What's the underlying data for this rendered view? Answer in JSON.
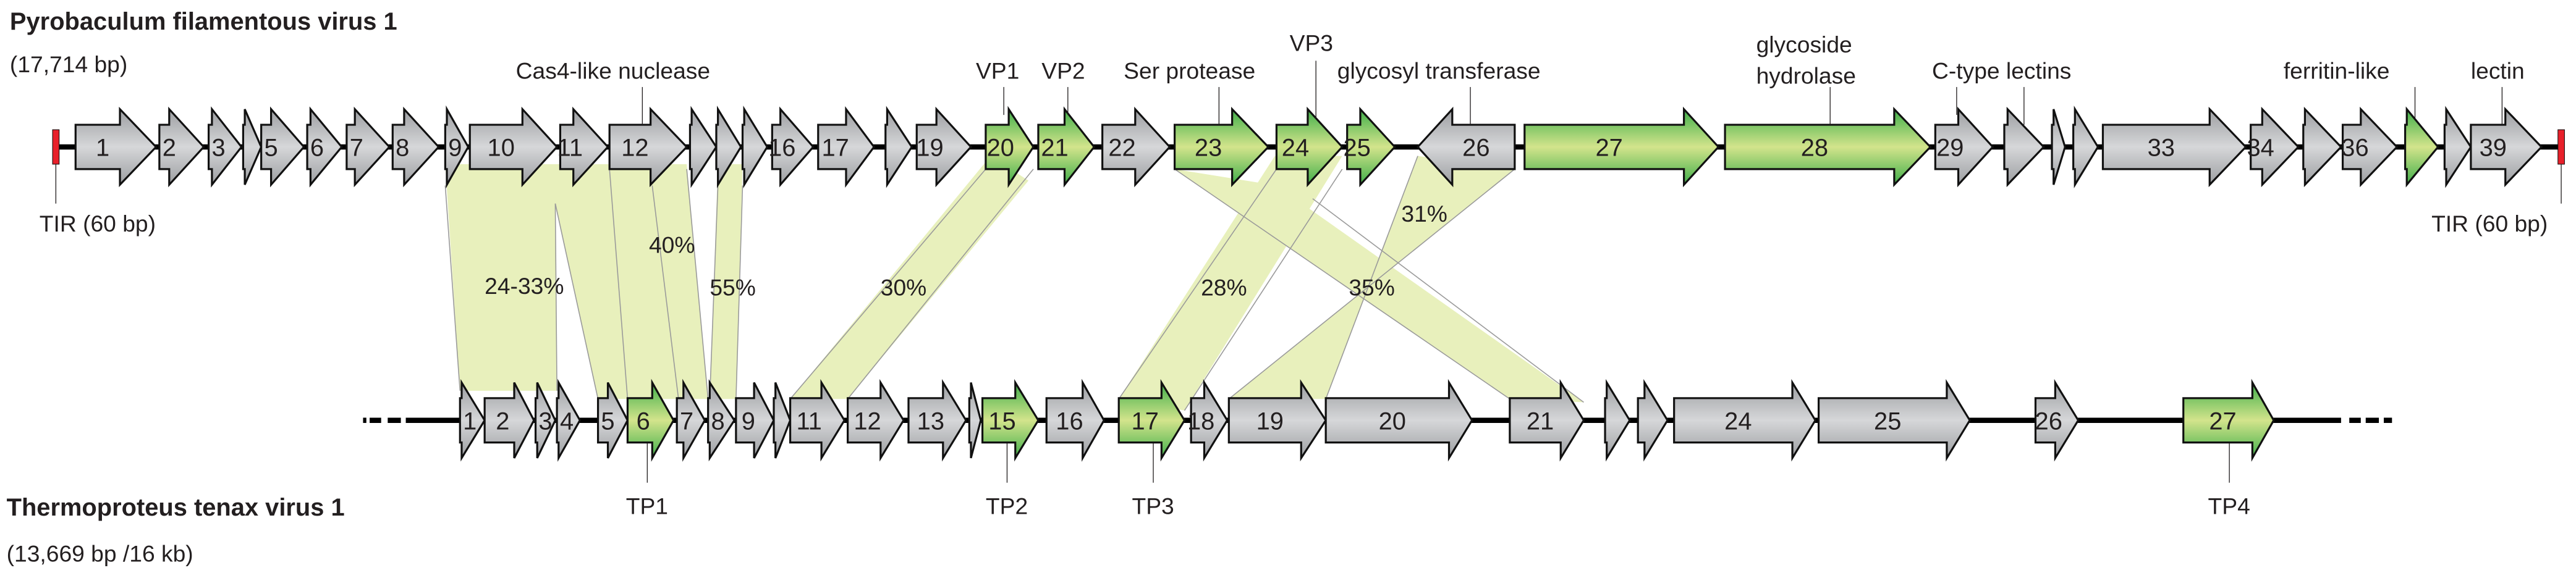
{
  "genome_top": {
    "name": "Pyrobaculum filamentous virus 1",
    "size": "(17,714 bp)",
    "tir_left": "TIR (60 bp)",
    "tir_right": "TIR (60 bp)",
    "genes": [
      {
        "label": "1",
        "type": "gray"
      },
      {
        "label": "2",
        "type": "gray"
      },
      {
        "label": "3",
        "type": "gray"
      },
      {
        "label": "",
        "type": "gray"
      },
      {
        "label": "5",
        "type": "gray"
      },
      {
        "label": "6",
        "type": "gray"
      },
      {
        "label": "7",
        "type": "gray"
      },
      {
        "label": "8",
        "type": "gray"
      },
      {
        "label": "9",
        "type": "gray"
      },
      {
        "label": "10",
        "type": "gray"
      },
      {
        "label": "11",
        "type": "gray"
      },
      {
        "label": "12",
        "type": "gray"
      },
      {
        "label": "",
        "type": "gray"
      },
      {
        "label": "",
        "type": "gray"
      },
      {
        "label": "",
        "type": "gray"
      },
      {
        "label": "16",
        "type": "gray"
      },
      {
        "label": "17",
        "type": "gray"
      },
      {
        "label": "",
        "type": "gray"
      },
      {
        "label": "19",
        "type": "gray"
      },
      {
        "label": "20",
        "type": "green"
      },
      {
        "label": "21",
        "type": "green"
      },
      {
        "label": "22",
        "type": "gray"
      },
      {
        "label": "23",
        "type": "green"
      },
      {
        "label": "24",
        "type": "green"
      },
      {
        "label": "25",
        "type": "green"
      },
      {
        "label": "26",
        "type": "gray"
      },
      {
        "label": "27",
        "type": "green"
      },
      {
        "label": "28",
        "type": "green"
      },
      {
        "label": "29",
        "type": "gray"
      },
      {
        "label": "",
        "type": "gray"
      },
      {
        "label": "",
        "type": "gray"
      },
      {
        "label": "",
        "type": "gray"
      },
      {
        "label": "33",
        "type": "gray"
      },
      {
        "label": "34",
        "type": "gray"
      },
      {
        "label": "",
        "type": "gray"
      },
      {
        "label": "36",
        "type": "gray"
      },
      {
        "label": "",
        "type": "green"
      },
      {
        "label": "",
        "type": "gray"
      },
      {
        "label": "39",
        "type": "gray"
      }
    ],
    "annotations": {
      "cas4": "Cas4-like nuclease",
      "vp1": "VP1",
      "vp2": "VP2",
      "ser_protease": "Ser protease",
      "vp3": "VP3",
      "glycosyl_transferase": "glycosyl transferase",
      "glycoside": "glycoside",
      "hydrolase": "hydrolase",
      "c_type_lectins": "C-type lectins",
      "ferritin_like": "ferritin-like",
      "lectin": "lectin"
    }
  },
  "genome_bottom": {
    "name": "Thermoproteus tenax virus 1",
    "size": "(13,669 bp /16 kb)",
    "genes": [
      {
        "label": "1",
        "type": "gray"
      },
      {
        "label": "2",
        "type": "gray"
      },
      {
        "label": "3",
        "type": "gray"
      },
      {
        "label": "4",
        "type": "gray"
      },
      {
        "label": "5",
        "type": "gray"
      },
      {
        "label": "6",
        "type": "green"
      },
      {
        "label": "7",
        "type": "gray"
      },
      {
        "label": "8",
        "type": "gray"
      },
      {
        "label": "9",
        "type": "gray"
      },
      {
        "label": "",
        "type": "gray"
      },
      {
        "label": "11",
        "type": "gray"
      },
      {
        "label": "12",
        "type": "gray"
      },
      {
        "label": "13",
        "type": "gray"
      },
      {
        "label": "",
        "type": "gray"
      },
      {
        "label": "15",
        "type": "green"
      },
      {
        "label": "16",
        "type": "gray"
      },
      {
        "label": "17",
        "type": "green"
      },
      {
        "label": "18",
        "type": "gray"
      },
      {
        "label": "19",
        "type": "gray"
      },
      {
        "label": "20",
        "type": "gray"
      },
      {
        "label": "21",
        "type": "gray"
      },
      {
        "label": "",
        "type": "gray"
      },
      {
        "label": "",
        "type": "gray"
      },
      {
        "label": "24",
        "type": "gray"
      },
      {
        "label": "25",
        "type": "gray"
      },
      {
        "label": "26",
        "type": "gray"
      },
      {
        "label": "27",
        "type": "green"
      }
    ],
    "annotations": {
      "tp1": "TP1",
      "tp2": "TP2",
      "tp3": "TP3",
      "tp4": "TP4"
    }
  },
  "similarities": {
    "a": "24-33%",
    "b": "40%",
    "c": "55%",
    "d": "30%",
    "e": "28%",
    "f": "35%",
    "g": "31%"
  },
  "colors": {
    "band": "#e8f0bc",
    "gray_light": "#d6d7d9",
    "gray_dark": "#9c9ea1",
    "green_light": "#d3e48c",
    "green_dark": "#3fae49",
    "tir": "#e8202a"
  }
}
